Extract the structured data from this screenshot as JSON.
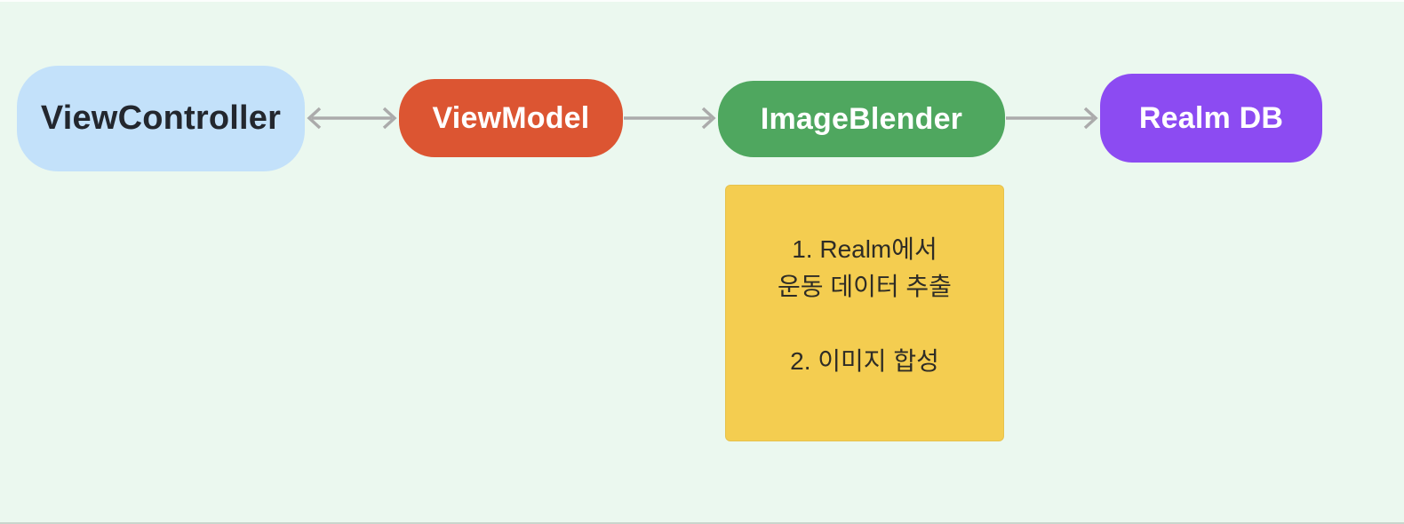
{
  "diagram": {
    "background_color": "#EBF8EF",
    "arrow_color": "#ABABAB",
    "nodes": [
      {
        "id": "view-controller",
        "label": "ViewController",
        "fill_color": "#C3E1FA",
        "text_color": "#23272E"
      },
      {
        "id": "view-model",
        "label": "ViewModel",
        "fill_color": "#DC5532",
        "text_color": "#FFFFFF"
      },
      {
        "id": "image-blender",
        "label": "ImageBlender",
        "fill_color": "#4FA75F",
        "text_color": "#FFFFFF"
      },
      {
        "id": "realm-db",
        "label": "Realm DB",
        "fill_color": "#8C4BF2",
        "text_color": "#FFFFFF"
      }
    ],
    "connections": [
      {
        "from": "ViewController",
        "to": "ViewModel",
        "direction": "bidirectional"
      },
      {
        "from": "ViewModel",
        "to": "ImageBlender",
        "direction": "forward"
      },
      {
        "from": "ImageBlender",
        "to": "Realm DB",
        "direction": "forward"
      }
    ],
    "note": {
      "attached_to": "ImageBlender",
      "fill_color": "#F4CD50",
      "text_color": "#2E2C26",
      "lines": [
        "1. Realm에서",
        "운동 데이터 추출",
        "2. 이미지 합성"
      ]
    }
  }
}
